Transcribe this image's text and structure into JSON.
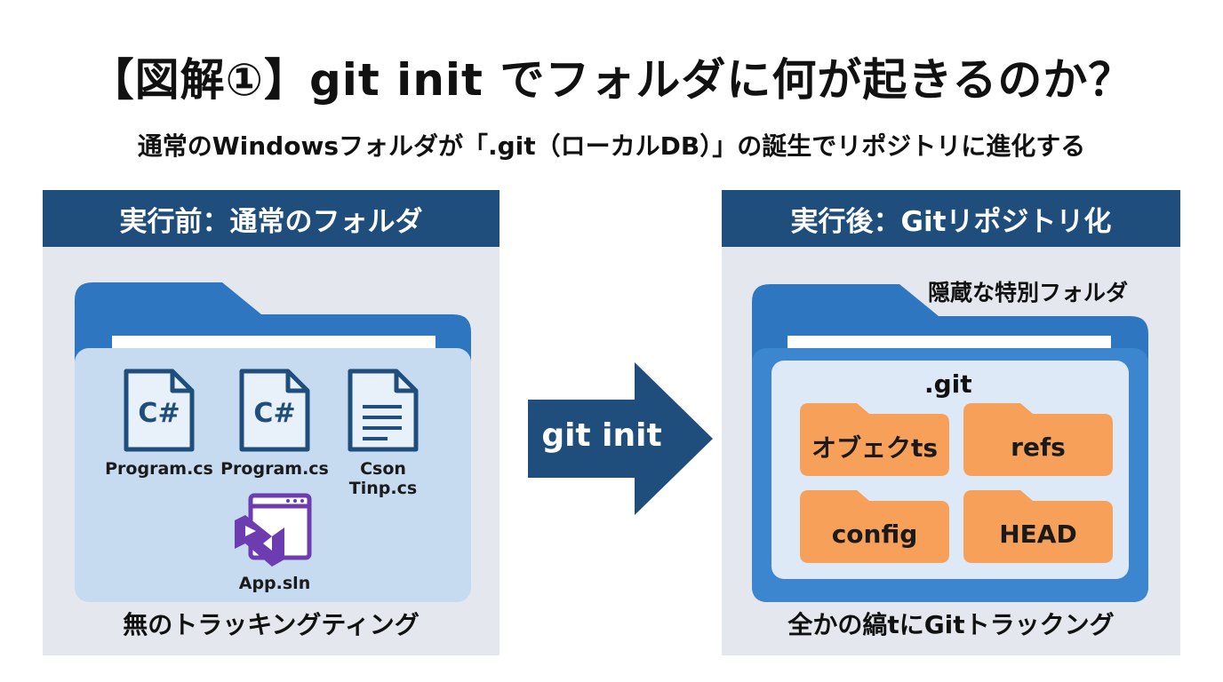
{
  "title": "【図解①】git init でフォルダに何が起きるのか？",
  "subtitle": "通常のWindowsフォルダが「.git（ローカルDB）」の誕生でリポジトリに進化する",
  "before": {
    "header": "実行前：通常のフォルダ",
    "files": [
      {
        "glyph": "C#",
        "name": "Program.cs"
      },
      {
        "glyph": "C#",
        "name": "Program.cs"
      },
      {
        "glyph": "",
        "name": "Cson\nTinp.cs"
      }
    ],
    "solution": {
      "name": "App.sln"
    },
    "footer": "無のトラッキングティング"
  },
  "command": "git init",
  "after": {
    "header": "実行後：Gitリポジトリ化",
    "hidden_label": "隠蔵な特別フォルダ",
    "git_folder": ".git",
    "subfolders": [
      "オブェクts",
      "refs",
      "config",
      "HEAD"
    ],
    "footer": "全かの縞tにGitトラックング"
  },
  "colors": {
    "header": "#1f4e7d",
    "folder": "#2f76c0",
    "folder_front_left": "#c6dbf0",
    "git_inner": "#dde9f7",
    "subfolder": "#f6a05a",
    "panel_bg": "#e4e7ee",
    "vs_purple": "#6d3cb0"
  }
}
